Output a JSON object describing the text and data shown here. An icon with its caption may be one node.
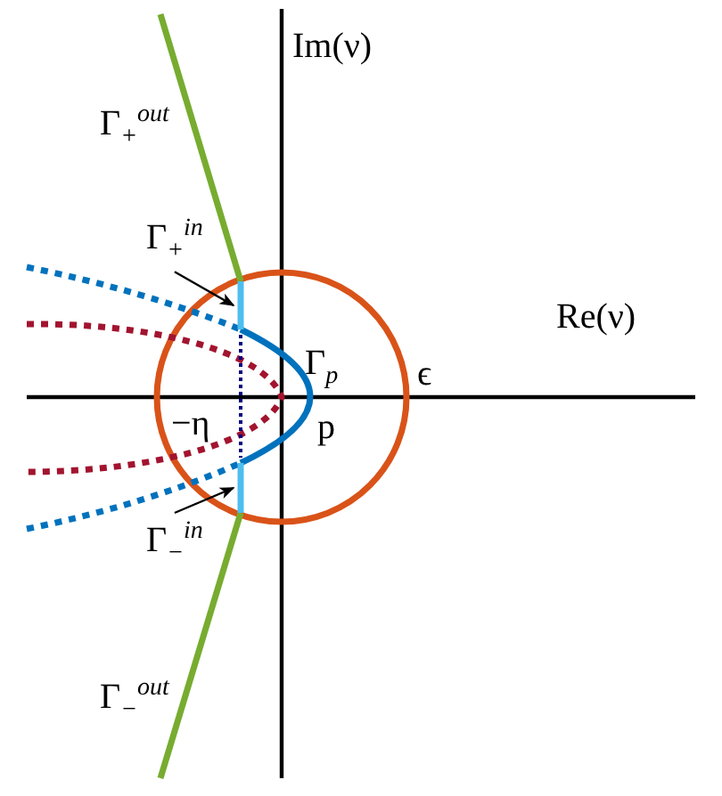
{
  "diagram": {
    "nodes": [
      {
        "text": [
          "Γ$_{+}$$^{in}$"
        ]
      },
      {
        "text": [],
        "shape": "bar"
      },
      {
        "text": [
          "Γ$_{−}$$^{in}$"
        ]
      },
      {
        "text": [],
        "shape": "bar"
      }
    ],
    "edges": [
      {
        "from": 0,
        "to": 1,
        "arrow": "to"
      },
      {
        "from": 2,
        "to": 3,
        "arrow": "to"
      }
    ],
    "labels": [
      "Im(ν)",
      "Γ$_{+}$$^{out}$",
      "Γ$_{p}$",
      "ϵ",
      "Re(ν)",
      "−η",
      "p",
      "Γ$_{−}$$^{out}$"
    ]
  }
}
